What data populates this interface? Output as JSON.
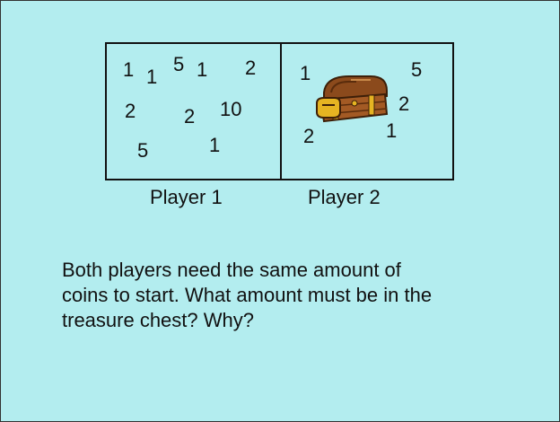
{
  "player1": {
    "label": "Player 1",
    "coins": [
      "1",
      "1",
      "5",
      "1",
      "2",
      "2",
      "2",
      "10",
      "5",
      "1"
    ]
  },
  "player2": {
    "label": "Player 2",
    "coins": [
      "1",
      "5",
      "2",
      "2",
      "1"
    ],
    "chest_icon": "treasure-chest-icon"
  },
  "question": "Both players need the same amount of\ncoins to start.  What amount must be in the\ntreasure chest?  Why?"
}
